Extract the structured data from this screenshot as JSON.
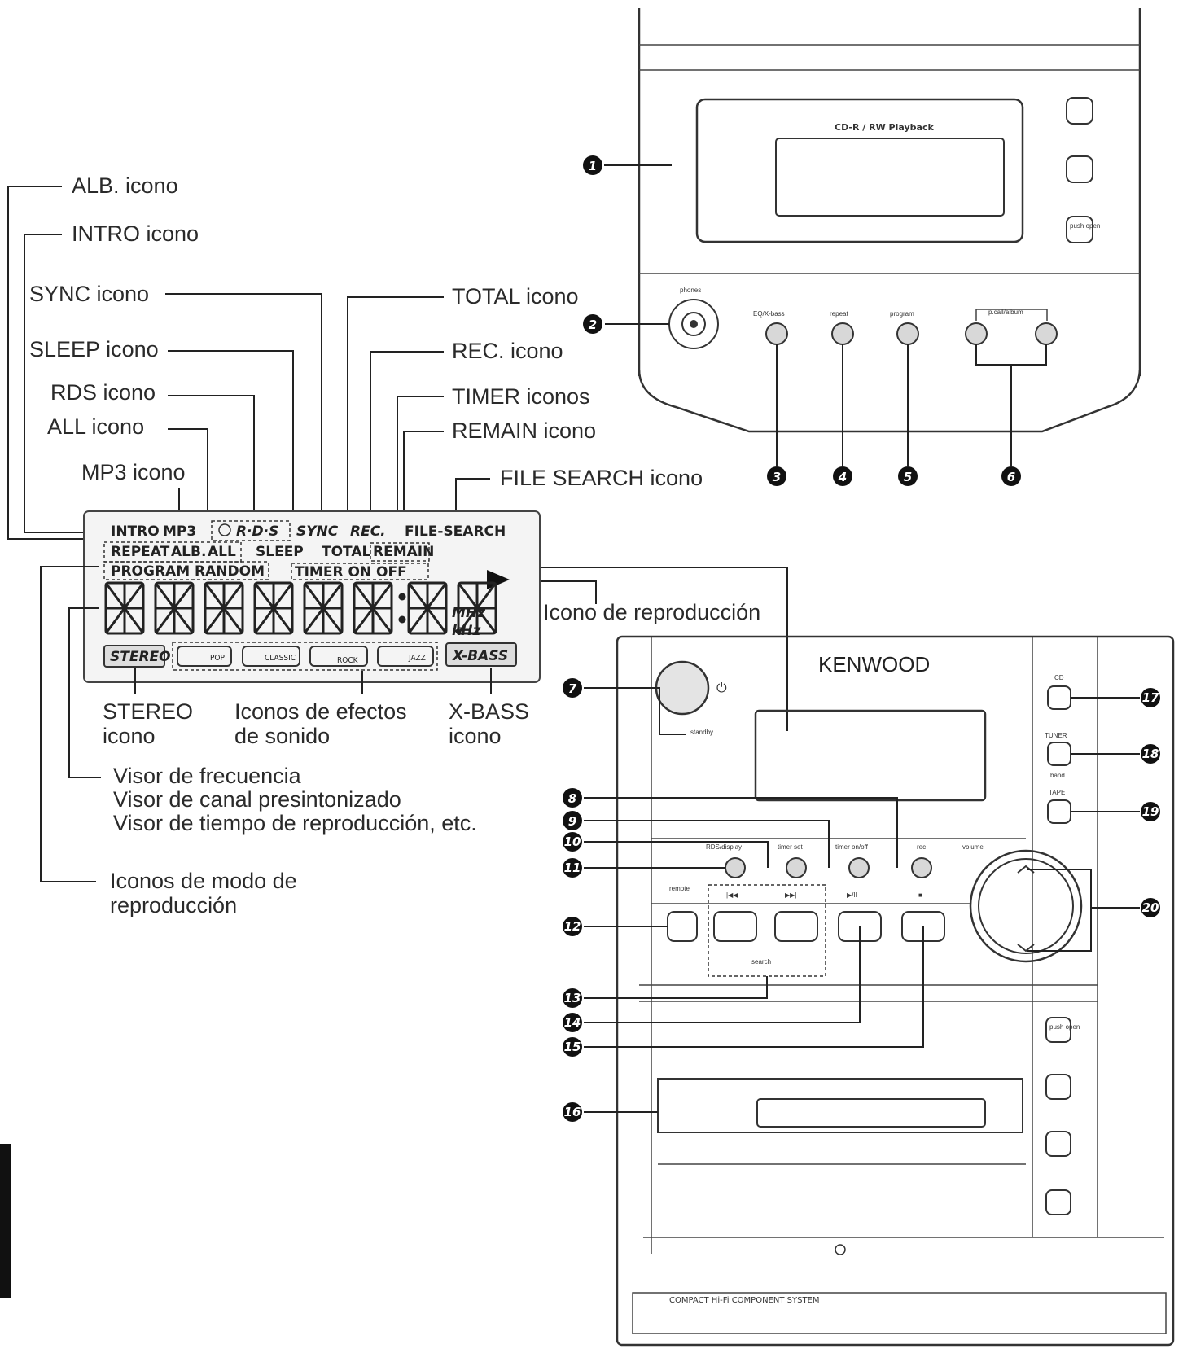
{
  "callouts_left": {
    "alb": "ALB. icono",
    "intro": "INTRO icono",
    "sync": "SYNC icono",
    "sleep": "SLEEP icono",
    "rds": "RDS icono",
    "all": "ALL icono",
    "mp3": "MP3 icono"
  },
  "callouts_right": {
    "total": "TOTAL icono",
    "rec": "REC. icono",
    "timer": "TIMER iconos",
    "remain": "REMAIN icono",
    "file_search": "FILE SEARCH icono",
    "play": "Icono de reproducción"
  },
  "callouts_bottom": {
    "stereo_1": "STEREO",
    "stereo_2": "icono",
    "effects_1": "Iconos de efectos",
    "effects_2": "de sonido",
    "xbass_1": "X-BASS",
    "xbass_2": "icono",
    "freq_1": "Visor de frecuencia",
    "freq_2": "Visor de canal presintonizado",
    "freq_3": "Visor de tiempo de reproducción, etc.",
    "mode_1": "Iconos de modo de",
    "mode_2": "reproducción"
  },
  "lcd": {
    "intro": "INTRO",
    "mp3": "MP3",
    "rds": "R·D·S",
    "sync": "SYNC",
    "rec": "REC.",
    "file_search": "FILE-SEARCH",
    "repeat": "REPEAT",
    "alb": "ALB.",
    "all": "ALL",
    "sleep": "SLEEP",
    "total": "TOTAL",
    "remain": "REMAIN",
    "program_random": "PROGRAM RANDOM",
    "timer": "TIMER ON OFF",
    "mhz": "MHz",
    "khz": "kHz",
    "stereo": "STEREO",
    "pop": "POP",
    "classic": "CLASSIC",
    "rock": "ROCK",
    "jazz": "JAZZ",
    "xbass": "X-BASS"
  },
  "top_unit": {
    "title": "CD-R / RW Playback",
    "phones": "phones",
    "eq": "EQ/X-bass",
    "repeat": "repeat",
    "program": "program",
    "palbum": "p.call/album",
    "push_open": "push open"
  },
  "main_unit": {
    "brand": "KENWOOD",
    "standby": "standby",
    "power_symbol": "⏻",
    "cd": "CD",
    "tuner": "TUNER",
    "band": "band",
    "tape": "TAPE",
    "rds_display": "RDS/display",
    "timer_set": "timer set",
    "timer_onoff": "timer on/off",
    "rec": "rec",
    "volume": "volume",
    "remote": "remote",
    "prev": "|◀◀",
    "next": "▶▶|",
    "playpause": "▶/II",
    "stop": "■",
    "search": "search",
    "push_open": "push open",
    "footer": "COMPACT Hi-Fi COMPONENT SYSTEM"
  },
  "badges": [
    "1",
    "2",
    "3",
    "4",
    "5",
    "6",
    "7",
    "8",
    "9",
    "10",
    "11",
    "12",
    "13",
    "14",
    "15",
    "16",
    "17",
    "18",
    "19",
    "20"
  ]
}
